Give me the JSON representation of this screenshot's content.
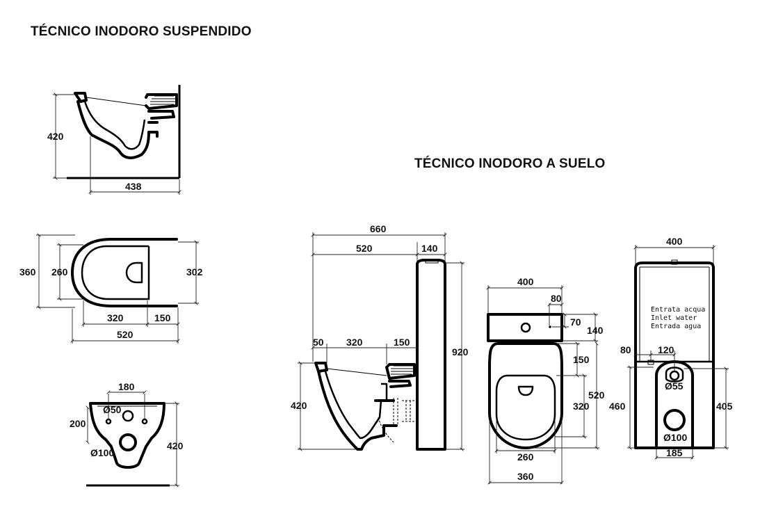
{
  "titles": {
    "wall_hung": "TÉCNICO INODORO SUSPENDIDO",
    "floor_standing": "TÉCNICO INODORO A SUELO"
  },
  "wall_hung": {
    "side": {
      "height": "420",
      "depth": "438"
    },
    "top": {
      "w360": "360",
      "w260": "260",
      "w302": "302",
      "d320": "320",
      "d150": "150",
      "d520": "520"
    },
    "back": {
      "w180": "180",
      "h200": "200",
      "h420": "420",
      "hole_small": "Ø50",
      "hole_large": "Ø100"
    }
  },
  "floor_standing": {
    "side": {
      "total": "660",
      "bowl": "520",
      "tank": "140",
      "d50": "50",
      "d320": "320",
      "d150": "150",
      "h420": "420",
      "h920": "920"
    },
    "front": {
      "w400": "400",
      "w80": "80",
      "h70": "70",
      "h140": "140",
      "h150": "150",
      "h320": "320",
      "h520": "520",
      "w260": "260",
      "w360": "360"
    },
    "back": {
      "w400": "400",
      "w80": "80",
      "w120": "120",
      "h460": "460",
      "h405": "405",
      "w185": "185",
      "hole_small": "Ø55",
      "hole_large": "Ø100",
      "water_inlet": [
        "Entrata acqua",
        "Inlet water",
        "Entrada agua"
      ]
    }
  }
}
